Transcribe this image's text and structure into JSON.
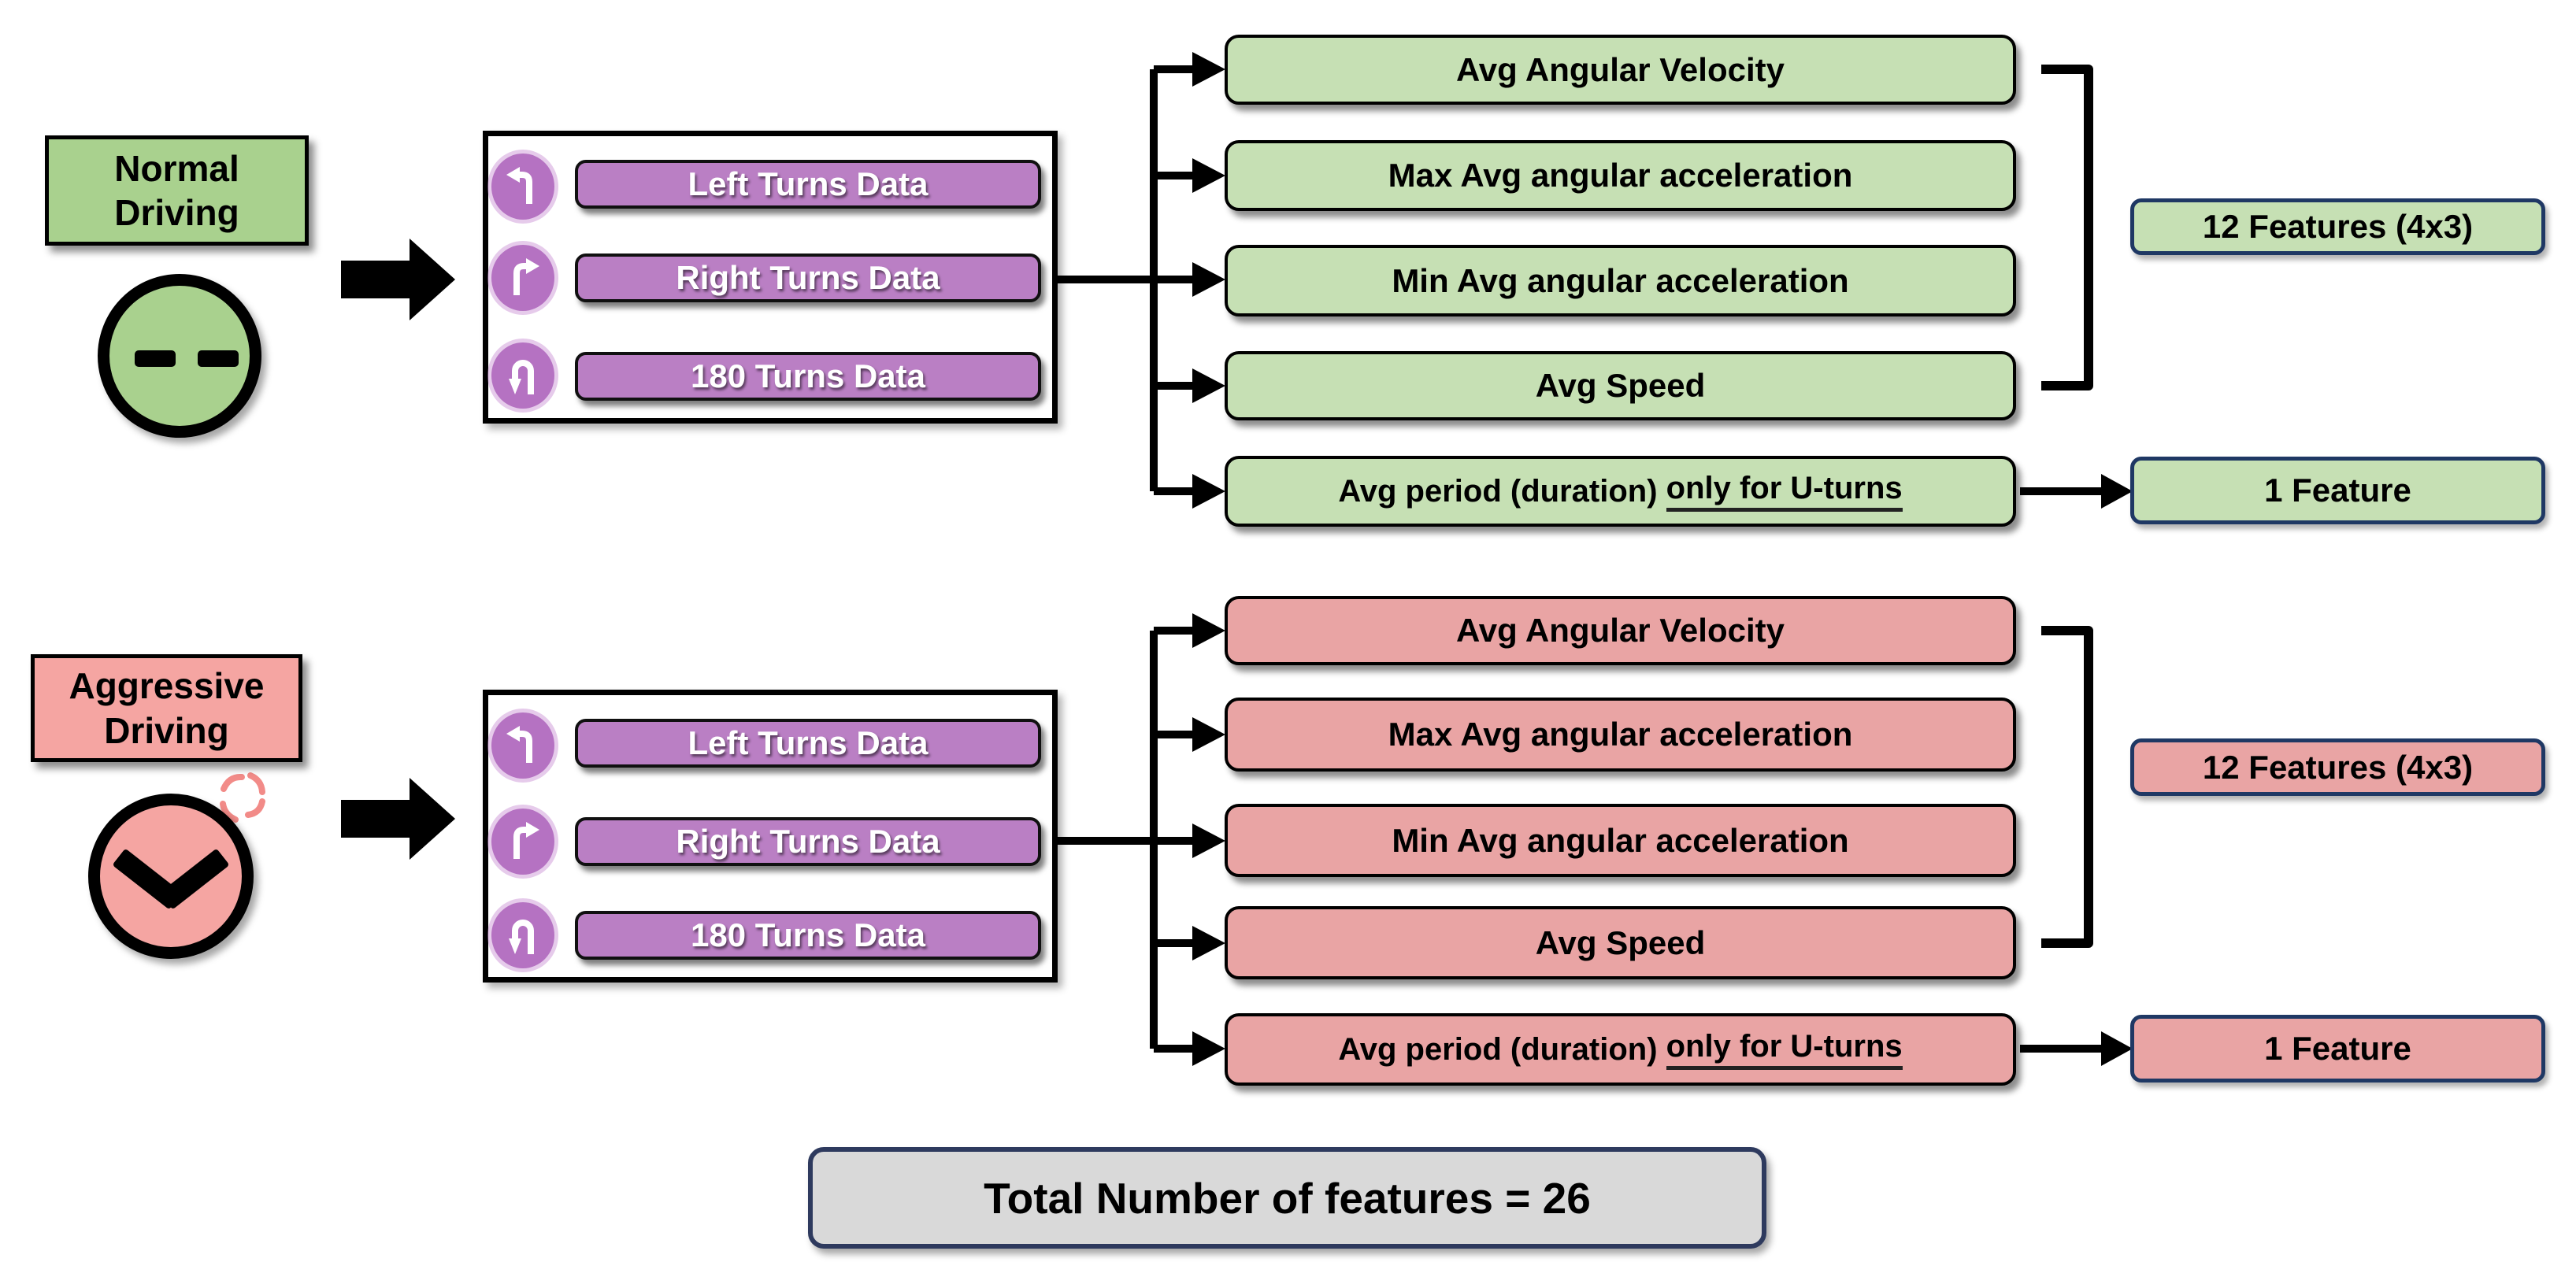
{
  "colors": {
    "green_title": "#a9d18e",
    "green_feature": "#c6e0b4",
    "pink_title": "#f5a5a2",
    "pink_feature": "#e9a4a4",
    "purple_pill": "#ba7fc4",
    "purple_circle": "#b572c2",
    "navy_border": "#1f3864",
    "gray_total": "#d9d9d9",
    "connector_black": "#000000",
    "anger_mark_red": "#f28b88"
  },
  "icons": [
    {
      "name": "left-turn-icon"
    },
    {
      "name": "right-turn-icon"
    },
    {
      "name": "u-turn-icon"
    },
    {
      "name": "neutral-face-icon"
    },
    {
      "name": "angry-face-icon"
    },
    {
      "name": "anger-mark-icon"
    },
    {
      "name": "flow-arrow-icon"
    }
  ],
  "sections": [
    {
      "id": "normal",
      "label_line1": "Normal",
      "label_line2": "Driving",
      "turns": [
        "Left Turns Data",
        "Right Turns Data",
        "180 Turns Data"
      ],
      "features": [
        "Avg Angular Velocity",
        "Max Avg angular acceleration",
        "Min Avg angular acceleration",
        "Avg Speed"
      ],
      "uturn_feature_prefix": "Avg period (duration) ",
      "uturn_feature_underlined": "only for U-turns",
      "features_count_label": "12 Features (4x3)",
      "single_feature_label": "1 Feature"
    },
    {
      "id": "aggressive",
      "label_line1": "Aggressive",
      "label_line2": "Driving",
      "turns": [
        "Left Turns Data",
        "Right Turns Data",
        "180 Turns Data"
      ],
      "features": [
        "Avg Angular Velocity",
        "Max Avg angular acceleration",
        "Min Avg angular acceleration",
        "Avg Speed"
      ],
      "uturn_feature_prefix": "Avg period (duration) ",
      "uturn_feature_underlined": "only for U-turns",
      "features_count_label": "12 Features (4x3)",
      "single_feature_label": "1 Feature"
    }
  ],
  "total_label": "Total Number of features = 26"
}
